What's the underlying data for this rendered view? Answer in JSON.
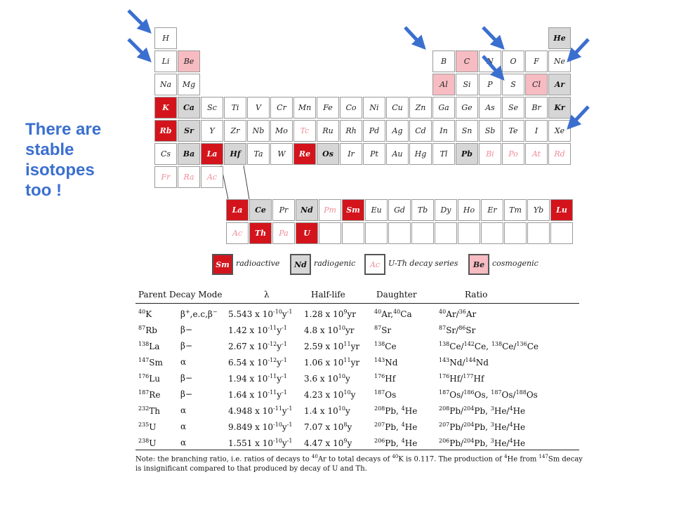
{
  "stable_text": "There are\nstable\nisotopes\ntoo !",
  "colors": {
    "radioactive": "#d4141c",
    "radiogenic": "#d6d6d6",
    "decay_series_text": "#ef8c98",
    "cosmogenic": "#f6bcc2",
    "arrow": "#3b6fcf",
    "annotation_text": "#3b6fcf"
  },
  "main_table": [
    {
      "sym": "H",
      "state": "stable",
      "row": 0,
      "col": 0
    },
    {
      "sym": "He",
      "state": "radiogenic",
      "row": 0,
      "col": 17
    },
    {
      "sym": "Li",
      "state": "stable",
      "row": 1,
      "col": 0
    },
    {
      "sym": "Be",
      "state": "cosmogenic",
      "row": 1,
      "col": 1
    },
    {
      "sym": "B",
      "state": "stable",
      "row": 1,
      "col": 12
    },
    {
      "sym": "C",
      "state": "cosmogenic",
      "row": 1,
      "col": 13
    },
    {
      "sym": "N",
      "state": "stable",
      "row": 1,
      "col": 14
    },
    {
      "sym": "O",
      "state": "stable",
      "row": 1,
      "col": 15
    },
    {
      "sym": "F",
      "state": "stable",
      "row": 1,
      "col": 16
    },
    {
      "sym": "Ne",
      "state": "stable",
      "row": 1,
      "col": 17
    },
    {
      "sym": "Na",
      "state": "stable",
      "row": 2,
      "col": 0
    },
    {
      "sym": "Mg",
      "state": "stable",
      "row": 2,
      "col": 1
    },
    {
      "sym": "Al",
      "state": "cosmogenic",
      "row": 2,
      "col": 12
    },
    {
      "sym": "Si",
      "state": "stable",
      "row": 2,
      "col": 13
    },
    {
      "sym": "P",
      "state": "stable",
      "row": 2,
      "col": 14
    },
    {
      "sym": "S",
      "state": "stable",
      "row": 2,
      "col": 15
    },
    {
      "sym": "Cl",
      "state": "cosmogenic",
      "row": 2,
      "col": 16
    },
    {
      "sym": "Ar",
      "state": "radiogenic",
      "row": 2,
      "col": 17
    },
    {
      "sym": "K",
      "state": "radioactive",
      "row": 3,
      "col": 0
    },
    {
      "sym": "Ca",
      "state": "radiogenic",
      "row": 3,
      "col": 1
    },
    {
      "sym": "Sc",
      "state": "stable",
      "row": 3,
      "col": 2
    },
    {
      "sym": "Ti",
      "state": "stable",
      "row": 3,
      "col": 3
    },
    {
      "sym": "V",
      "state": "stable",
      "row": 3,
      "col": 4
    },
    {
      "sym": "Cr",
      "state": "stable",
      "row": 3,
      "col": 5
    },
    {
      "sym": "Mn",
      "state": "stable",
      "row": 3,
      "col": 6
    },
    {
      "sym": "Fe",
      "state": "stable",
      "row": 3,
      "col": 7
    },
    {
      "sym": "Co",
      "state": "stable",
      "row": 3,
      "col": 8
    },
    {
      "sym": "Ni",
      "state": "stable",
      "row": 3,
      "col": 9
    },
    {
      "sym": "Cu",
      "state": "stable",
      "row": 3,
      "col": 10
    },
    {
      "sym": "Zn",
      "state": "stable",
      "row": 3,
      "col": 11
    },
    {
      "sym": "Ga",
      "state": "stable",
      "row": 3,
      "col": 12
    },
    {
      "sym": "Ge",
      "state": "stable",
      "row": 3,
      "col": 13
    },
    {
      "sym": "As",
      "state": "stable",
      "row": 3,
      "col": 14
    },
    {
      "sym": "Se",
      "state": "stable",
      "row": 3,
      "col": 15
    },
    {
      "sym": "Br",
      "state": "stable",
      "row": 3,
      "col": 16
    },
    {
      "sym": "Kr",
      "state": "radiogenic",
      "row": 3,
      "col": 17
    },
    {
      "sym": "Rb",
      "state": "radioactive",
      "row": 4,
      "col": 0
    },
    {
      "sym": "Sr",
      "state": "radiogenic",
      "row": 4,
      "col": 1
    },
    {
      "sym": "Y",
      "state": "stable",
      "row": 4,
      "col": 2
    },
    {
      "sym": "Zr",
      "state": "stable",
      "row": 4,
      "col": 3
    },
    {
      "sym": "Nb",
      "state": "stable",
      "row": 4,
      "col": 4
    },
    {
      "sym": "Mo",
      "state": "stable",
      "row": 4,
      "col": 5
    },
    {
      "sym": "Tc",
      "state": "decay",
      "row": 4,
      "col": 6
    },
    {
      "sym": "Ru",
      "state": "stable",
      "row": 4,
      "col": 7
    },
    {
      "sym": "Rh",
      "state": "stable",
      "row": 4,
      "col": 8
    },
    {
      "sym": "Pd",
      "state": "stable",
      "row": 4,
      "col": 9
    },
    {
      "sym": "Ag",
      "state": "stable",
      "row": 4,
      "col": 10
    },
    {
      "sym": "Cd",
      "state": "stable",
      "row": 4,
      "col": 11
    },
    {
      "sym": "In",
      "state": "stable",
      "row": 4,
      "col": 12
    },
    {
      "sym": "Sn",
      "state": "stable",
      "row": 4,
      "col": 13
    },
    {
      "sym": "Sb",
      "state": "stable",
      "row": 4,
      "col": 14
    },
    {
      "sym": "Te",
      "state": "stable",
      "row": 4,
      "col": 15
    },
    {
      "sym": "I",
      "state": "stable",
      "row": 4,
      "col": 16
    },
    {
      "sym": "Xe",
      "state": "stable",
      "row": 4,
      "col": 17
    },
    {
      "sym": "Cs",
      "state": "stable",
      "row": 5,
      "col": 0
    },
    {
      "sym": "Ba",
      "state": "radiogenic",
      "row": 5,
      "col": 1
    },
    {
      "sym": "La",
      "state": "radioactive",
      "row": 5,
      "col": 2
    },
    {
      "sym": "Hf",
      "state": "radiogenic",
      "row": 5,
      "col": 3
    },
    {
      "sym": "Ta",
      "state": "stable",
      "row": 5,
      "col": 4
    },
    {
      "sym": "W",
      "state": "stable",
      "row": 5,
      "col": 5
    },
    {
      "sym": "Re",
      "state": "radioactive",
      "row": 5,
      "col": 6
    },
    {
      "sym": "Os",
      "state": "radiogenic",
      "row": 5,
      "col": 7
    },
    {
      "sym": "Ir",
      "state": "stable",
      "row": 5,
      "col": 8
    },
    {
      "sym": "Pt",
      "state": "stable",
      "row": 5,
      "col": 9
    },
    {
      "sym": "Au",
      "state": "stable",
      "row": 5,
      "col": 10
    },
    {
      "sym": "Hg",
      "state": "stable",
      "row": 5,
      "col": 11
    },
    {
      "sym": "Tl",
      "state": "stable",
      "row": 5,
      "col": 12
    },
    {
      "sym": "Pb",
      "state": "radiogenic",
      "row": 5,
      "col": 13
    },
    {
      "sym": "Bi",
      "state": "decay",
      "row": 5,
      "col": 14
    },
    {
      "sym": "Po",
      "state": "decay",
      "row": 5,
      "col": 15
    },
    {
      "sym": "At",
      "state": "decay",
      "row": 5,
      "col": 16
    },
    {
      "sym": "Rd",
      "state": "decay",
      "row": 5,
      "col": 17
    },
    {
      "sym": "Fr",
      "state": "decay",
      "row": 6,
      "col": 0
    },
    {
      "sym": "Ra",
      "state": "decay",
      "row": 6,
      "col": 1
    },
    {
      "sym": "Ac",
      "state": "decay",
      "row": 6,
      "col": 2
    }
  ],
  "rare_earths": [
    {
      "sym": "La",
      "state": "radioactive",
      "row": 0,
      "col": 0
    },
    {
      "sym": "Ce",
      "state": "radiogenic",
      "row": 0,
      "col": 1
    },
    {
      "sym": "Pr",
      "state": "stable",
      "row": 0,
      "col": 2
    },
    {
      "sym": "Nd",
      "state": "radiogenic",
      "row": 0,
      "col": 3
    },
    {
      "sym": "Pm",
      "state": "decay",
      "row": 0,
      "col": 4
    },
    {
      "sym": "Sm",
      "state": "radioactive",
      "row": 0,
      "col": 5
    },
    {
      "sym": "Eu",
      "state": "stable",
      "row": 0,
      "col": 6
    },
    {
      "sym": "Gd",
      "state": "stable",
      "row": 0,
      "col": 7
    },
    {
      "sym": "Tb",
      "state": "stable",
      "row": 0,
      "col": 8
    },
    {
      "sym": "Dy",
      "state": "stable",
      "row": 0,
      "col": 9
    },
    {
      "sym": "Ho",
      "state": "stable",
      "row": 0,
      "col": 10
    },
    {
      "sym": "Er",
      "state": "stable",
      "row": 0,
      "col": 11
    },
    {
      "sym": "Tm",
      "state": "stable",
      "row": 0,
      "col": 12
    },
    {
      "sym": "Yb",
      "state": "stable",
      "row": 0,
      "col": 13
    },
    {
      "sym": "Lu",
      "state": "radioactive",
      "row": 0,
      "col": 14
    },
    {
      "sym": "Ac",
      "state": "decay",
      "row": 1,
      "col": 0
    },
    {
      "sym": "Th",
      "state": "radioactive",
      "row": 1,
      "col": 1
    },
    {
      "sym": "Pa",
      "state": "decay",
      "row": 1,
      "col": 2
    },
    {
      "sym": "U",
      "state": "radioactive",
      "row": 1,
      "col": 3
    },
    {
      "sym": "",
      "state": "stable",
      "row": 1,
      "col": 4
    },
    {
      "sym": "",
      "state": "stable",
      "row": 1,
      "col": 5
    },
    {
      "sym": "",
      "state": "stable",
      "row": 1,
      "col": 6
    },
    {
      "sym": "",
      "state": "stable",
      "row": 1,
      "col": 7
    },
    {
      "sym": "",
      "state": "stable",
      "row": 1,
      "col": 8
    },
    {
      "sym": "",
      "state": "stable",
      "row": 1,
      "col": 9
    },
    {
      "sym": "",
      "state": "stable",
      "row": 1,
      "col": 10
    },
    {
      "sym": "",
      "state": "stable",
      "row": 1,
      "col": 11
    },
    {
      "sym": "",
      "state": "stable",
      "row": 1,
      "col": 12
    },
    {
      "sym": "",
      "state": "stable",
      "row": 1,
      "col": 13
    },
    {
      "sym": "",
      "state": "stable",
      "row": 1,
      "col": 14
    }
  ],
  "legend": [
    {
      "sym": "Sm",
      "state": "radioactive",
      "label": "radioactive"
    },
    {
      "sym": "Nd",
      "state": "radiogenic",
      "label": "radiogenic"
    },
    {
      "sym": "Ac",
      "state": "decay",
      "label": "U-Th decay series"
    },
    {
      "sym": "Be",
      "state": "cosmogenic",
      "label": "cosmogenic"
    }
  ],
  "decay_table": {
    "headers": [
      "Parent",
      "Decay Mode",
      "λ",
      "Half-life",
      "Daughter",
      "Ratio"
    ],
    "rows": [
      {
        "parent": "<sup>40</sup>K",
        "mode": "β<sup>+</sup>,e.c,β<sup>−</sup>",
        "lambda": "5.543 x 10<sup>-10</sup>y<sup>-1</sup>",
        "half": "1.28 x 10<sup>9</sup>yr",
        "daughter": "<sup>40</sup>Ar,<sup>40</sup>Ca",
        "ratio": "<sup>40</sup>Ar/<sup>36</sup>Ar"
      },
      {
        "parent": "<sup>87</sup>Rb",
        "mode": "β−",
        "lambda": "1.42 x 10<sup>-11</sup>y<sup>-1</sup>",
        "half": "4.8 x 10<sup>10</sup>yr",
        "daughter": "<sup>87</sup>Sr",
        "ratio": "<sup>87</sup>Sr/<sup>86</sup>Sr"
      },
      {
        "parent": "<sup>138</sup>La",
        "mode": "β−",
        "lambda": "2.67 x 10<sup>-12</sup>y<sup>-1</sup>",
        "half": "2.59 x 10<sup>11</sup>yr",
        "daughter": "<sup>138</sup>Ce",
        "ratio": "<sup>138</sup>Ce/<sup>142</sup>Ce, <sup>138</sup>Ce/<sup>136</sup>Ce"
      },
      {
        "parent": "<sup>147</sup>Sm",
        "mode": "α",
        "lambda": "6.54 x 10<sup>-12</sup>y<sup>-1</sup>",
        "half": "1.06 x 10<sup>11</sup>yr",
        "daughter": "<sup>143</sup>Nd",
        "ratio": "<sup>143</sup>Nd/<sup>144</sup>Nd"
      },
      {
        "parent": "<sup>176</sup>Lu",
        "mode": "β−",
        "lambda": "1.94 x 10<sup>-11</sup>y<sup>-1</sup>",
        "half": "3.6 x 10<sup>10</sup>y",
        "daughter": "<sup>176</sup>Hf",
        "ratio": "<sup>176</sup>Hf/<sup>177</sup>Hf"
      },
      {
        "parent": "<sup>187</sup>Re",
        "mode": "β−",
        "lambda": "1.64 x 10<sup>-11</sup>y<sup>-1</sup>",
        "half": "4.23 x 10<sup>10</sup>y",
        "daughter": "<sup>187</sup>Os",
        "ratio": "<sup>187</sup>Os/<sup>186</sup>Os, <sup>187</sup>Os/<sup>188</sup>Os"
      },
      {
        "parent": "<sup>232</sup>Th",
        "mode": "α",
        "lambda": "4.948 x 10<sup>-11</sup>y<sup>-1</sup>",
        "half": "1.4 x 10<sup>10</sup>y",
        "daughter": "<sup>208</sup>Pb, <sup>4</sup>He",
        "ratio": "<sup>208</sup>Pb/<sup>204</sup>Pb, <sup>3</sup>He/<sup>4</sup>He"
      },
      {
        "parent": "<sup>235</sup>U",
        "mode": "α",
        "lambda": "9.849 x 10<sup>-10</sup>y<sup>-1</sup>",
        "half": "7.07 x 10<sup>8</sup>y",
        "daughter": "<sup>207</sup>Pb, <sup>4</sup>He",
        "ratio": "<sup>207</sup>Pb/<sup>204</sup>Pb, <sup>3</sup>He/<sup>4</sup>He"
      },
      {
        "parent": "<sup>238</sup>U",
        "mode": "α",
        "lambda": "1.551 x 10<sup>-10</sup>y<sup>-1</sup>",
        "half": "4.47 x 10<sup>9</sup>y",
        "daughter": "<sup>206</sup>Pb, <sup>4</sup>He",
        "ratio": "<sup>206</sup>Pb/<sup>204</sup>Pb, <sup>3</sup>He/<sup>4</sup>He"
      }
    ]
  },
  "note": "Note: the branching ratio, i.e. ratios of decays to <sup>40</sup>Ar to total decays of <sup>40</sup>K is 0.117.  The production of <sup>4</sup>He from <sup>147</sup>Sm decay is insignificant compared to that produced by decay of U and Th."
}
